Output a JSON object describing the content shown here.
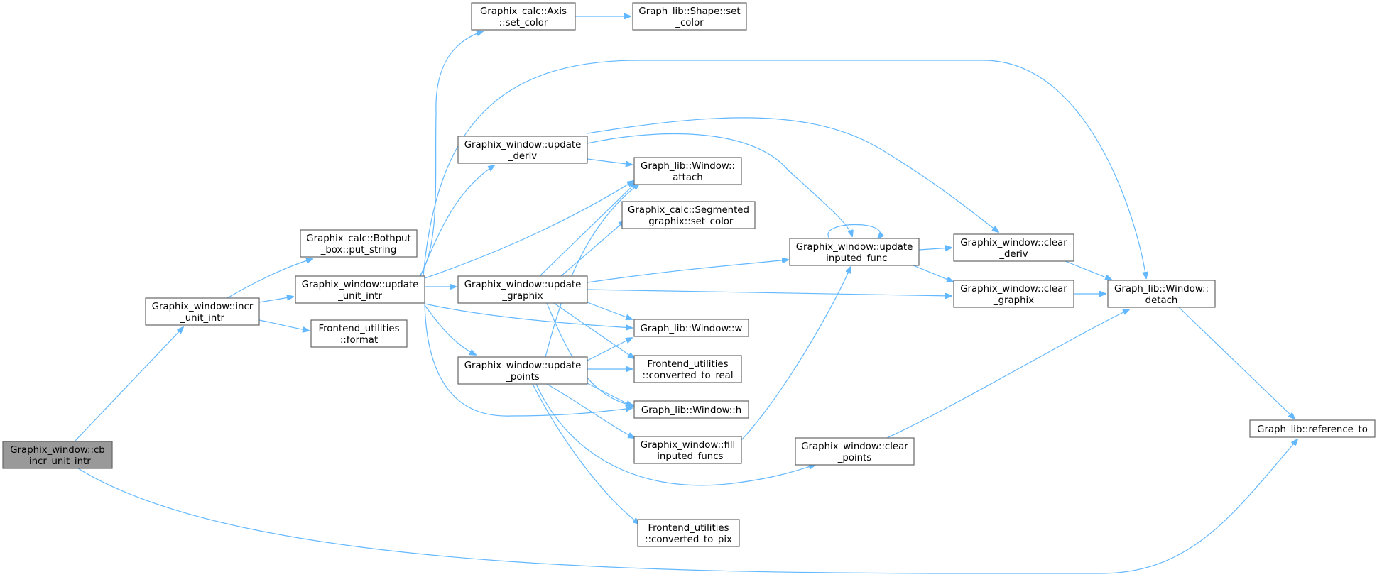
{
  "diagram": {
    "type": "call-graph",
    "colors": {
      "edge": "#63b8ff",
      "node_border": "#666666",
      "root_fill": "#999999",
      "node_fill": "#ffffff"
    },
    "nodes": [
      {
        "id": "cb_incr",
        "lines": [
          "Graphix_window::cb",
          "_incr_unit_intr"
        ],
        "root": true
      },
      {
        "id": "incr",
        "lines": [
          "Graphix_window::incr",
          "_unit_intr"
        ]
      },
      {
        "id": "bothput",
        "lines": [
          "Graphix_calc::Bothput",
          "_box::put_string"
        ]
      },
      {
        "id": "upd_unit",
        "lines": [
          "Graphix_window::update",
          "_unit_intr"
        ]
      },
      {
        "id": "format",
        "lines": [
          "Frontend_utilities",
          "::format"
        ]
      },
      {
        "id": "axis_set",
        "lines": [
          "Graphix_calc::Axis",
          "::set_color"
        ]
      },
      {
        "id": "shape_set",
        "lines": [
          "Graph_lib::Shape::set",
          "_color"
        ]
      },
      {
        "id": "upd_deriv",
        "lines": [
          "Graphix_window::update",
          "_deriv"
        ]
      },
      {
        "id": "attach",
        "lines": [
          "Graph_lib::Window::",
          "attach"
        ]
      },
      {
        "id": "seg_set",
        "lines": [
          "Graphix_calc::Segmented",
          "_graphix::set_color"
        ]
      },
      {
        "id": "upd_graphix",
        "lines": [
          "Graphix_window::update",
          "_graphix"
        ]
      },
      {
        "id": "w",
        "lines": [
          "Graph_lib::Window::w"
        ]
      },
      {
        "id": "upd_points",
        "lines": [
          "Graphix_window::update",
          "_points"
        ]
      },
      {
        "id": "conv_real",
        "lines": [
          "Frontend_utilities",
          "::converted_to_real"
        ]
      },
      {
        "id": "h",
        "lines": [
          "Graph_lib::Window::h"
        ]
      },
      {
        "id": "fill_inp",
        "lines": [
          "Graphix_window::fill",
          "_inputed_funcs"
        ]
      },
      {
        "id": "conv_pix",
        "lines": [
          "Frontend_utilities",
          "::converted_to_pix"
        ]
      },
      {
        "id": "upd_inp",
        "lines": [
          "Graphix_window::update",
          "_inputed_func"
        ]
      },
      {
        "id": "clear_points",
        "lines": [
          "Graphix_window::clear",
          "_points"
        ]
      },
      {
        "id": "clear_deriv",
        "lines": [
          "Graphix_window::clear",
          "_deriv"
        ]
      },
      {
        "id": "clear_graphix",
        "lines": [
          "Graphix_window::clear",
          "_graphix"
        ]
      },
      {
        "id": "detach",
        "lines": [
          "Graph_lib::Window::",
          "detach"
        ]
      },
      {
        "id": "ref_to",
        "lines": [
          "Graph_lib::reference_to"
        ]
      }
    ],
    "edges": [
      [
        "cb_incr",
        "incr"
      ],
      [
        "cb_incr",
        "ref_to"
      ],
      [
        "incr",
        "bothput"
      ],
      [
        "incr",
        "upd_unit"
      ],
      [
        "incr",
        "format"
      ],
      [
        "upd_unit",
        "axis_set"
      ],
      [
        "upd_unit",
        "detach"
      ],
      [
        "upd_unit",
        "upd_deriv"
      ],
      [
        "upd_unit",
        "attach"
      ],
      [
        "upd_unit",
        "upd_graphix"
      ],
      [
        "upd_unit",
        "w"
      ],
      [
        "upd_unit",
        "upd_points"
      ],
      [
        "upd_unit",
        "h"
      ],
      [
        "axis_set",
        "shape_set"
      ],
      [
        "upd_deriv",
        "attach"
      ],
      [
        "upd_deriv",
        "upd_inp"
      ],
      [
        "upd_deriv",
        "clear_deriv"
      ],
      [
        "upd_graphix",
        "attach"
      ],
      [
        "upd_graphix",
        "seg_set"
      ],
      [
        "upd_graphix",
        "upd_inp"
      ],
      [
        "upd_graphix",
        "clear_graphix"
      ],
      [
        "upd_graphix",
        "w"
      ],
      [
        "upd_graphix",
        "conv_real"
      ],
      [
        "upd_graphix",
        "h"
      ],
      [
        "upd_points",
        "attach"
      ],
      [
        "upd_points",
        "w"
      ],
      [
        "upd_points",
        "conv_real"
      ],
      [
        "upd_points",
        "h"
      ],
      [
        "upd_points",
        "fill_inp"
      ],
      [
        "upd_points",
        "conv_pix"
      ],
      [
        "upd_points",
        "clear_points"
      ],
      [
        "fill_inp",
        "upd_inp"
      ],
      [
        "upd_inp",
        "upd_inp"
      ],
      [
        "upd_inp",
        "clear_deriv"
      ],
      [
        "upd_inp",
        "clear_graphix"
      ],
      [
        "clear_points",
        "detach"
      ],
      [
        "clear_deriv",
        "detach"
      ],
      [
        "clear_graphix",
        "detach"
      ],
      [
        "detach",
        "ref_to"
      ]
    ]
  }
}
